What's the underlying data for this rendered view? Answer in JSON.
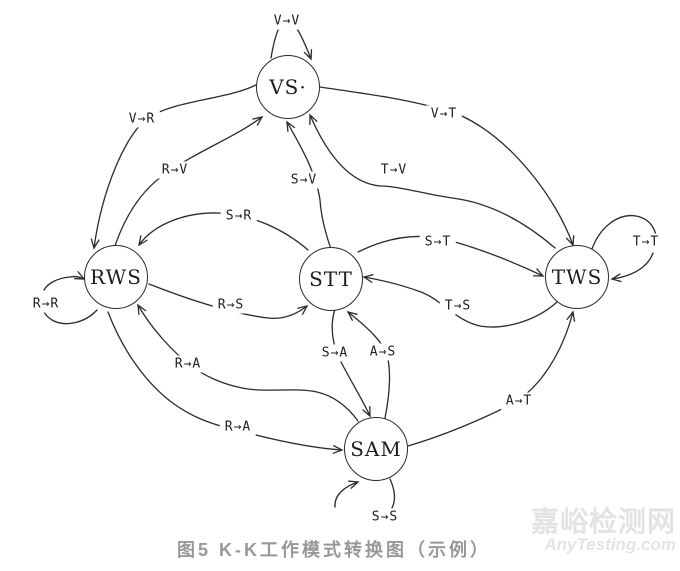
{
  "diagram": {
    "caption": "图5 K-K工作模式转换图（示例）",
    "watermark": {
      "line1": "嘉峪检测网",
      "line2": "AnyTesting.com"
    },
    "colors": {
      "line": "#2b2b2b",
      "caption": "#989898",
      "watermark": "#e3e3e3"
    },
    "nodes": [
      {
        "id": "VS",
        "label": "VS·"
      },
      {
        "id": "RWS",
        "label": "RWS"
      },
      {
        "id": "STT",
        "label": "STT"
      },
      {
        "id": "TWS",
        "label": "TWS"
      },
      {
        "id": "SAM",
        "label": "SAM"
      }
    ],
    "edges": [
      {
        "from": "VS",
        "to": "VS",
        "label": "V→V"
      },
      {
        "from": "VS",
        "to": "RWS",
        "label": "V→R"
      },
      {
        "from": "RWS",
        "to": "VS",
        "label": "R→V"
      },
      {
        "from": "STT",
        "to": "VS",
        "label": "S→V"
      },
      {
        "from": "TWS",
        "to": "VS",
        "label": "T→V"
      },
      {
        "from": "VS",
        "to": "TWS",
        "label": "V→T"
      },
      {
        "from": "STT",
        "to": "RWS",
        "label": "S→R"
      },
      {
        "from": "STT",
        "to": "TWS",
        "label": "S→T"
      },
      {
        "from": "TWS",
        "to": "TWS",
        "label": "T→T"
      },
      {
        "from": "RWS",
        "to": "RWS",
        "label": "R→R"
      },
      {
        "from": "RWS",
        "to": "STT",
        "label": "R→S"
      },
      {
        "from": "TWS",
        "to": "STT",
        "label": "T→S"
      },
      {
        "from": "RWS",
        "to": "SAM",
        "label": "R→A"
      },
      {
        "from": "STT",
        "to": "SAM",
        "label": "S→A"
      },
      {
        "from": "SAM",
        "to": "STT",
        "label": "A→S"
      },
      {
        "from": "RWS",
        "to": "SAM",
        "label": "R→A"
      },
      {
        "from": "SAM",
        "to": "TWS",
        "label": "A→T"
      },
      {
        "from": "SAM",
        "to": "SAM",
        "label": "S→S"
      }
    ]
  }
}
